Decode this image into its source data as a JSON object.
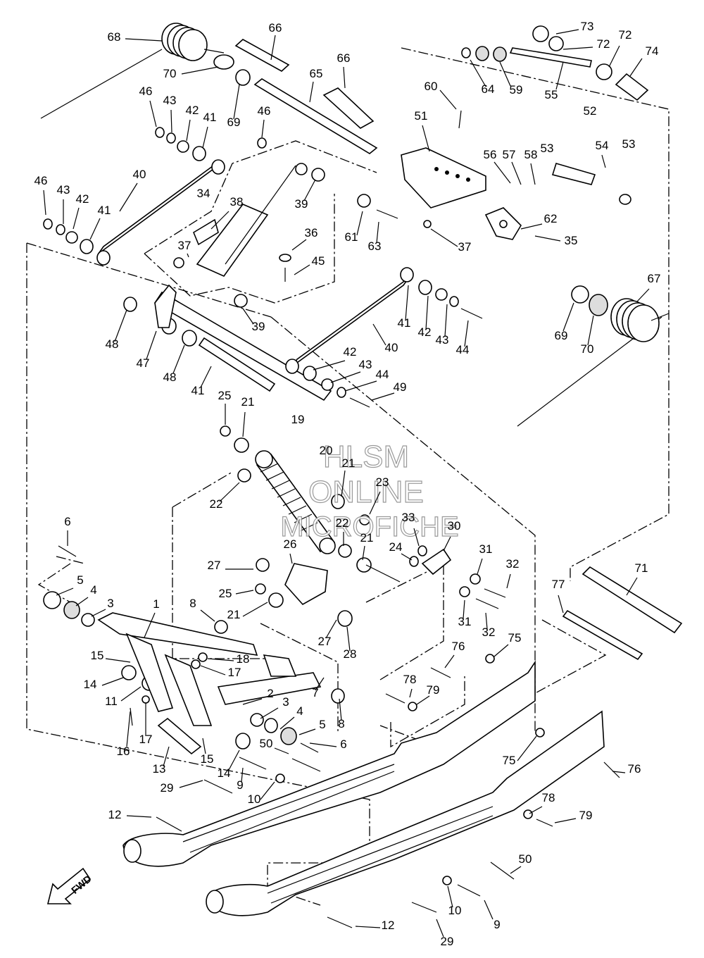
{
  "watermark": {
    "line1": "HLSM",
    "line2": "ONLINE",
    "line3": "MICROFICHE"
  },
  "fwd_label": "FWD",
  "labels": [
    "68",
    "66",
    "73",
    "72",
    "74",
    "70",
    "65",
    "66",
    "64",
    "59",
    "55",
    "72",
    "46",
    "43",
    "42",
    "41",
    "69",
    "46",
    "60",
    "52",
    "51",
    "56",
    "57",
    "58",
    "53",
    "54",
    "53",
    "46",
    "43",
    "42",
    "41",
    "40",
    "34",
    "38",
    "37",
    "36",
    "39",
    "45",
    "62",
    "61",
    "63",
    "37",
    "35",
    "39",
    "41",
    "42",
    "43",
    "44",
    "40",
    "69",
    "70",
    "67",
    "48",
    "47",
    "48",
    "41",
    "42",
    "43",
    "44",
    "49",
    "25",
    "21",
    "19",
    "20",
    "21",
    "23",
    "22",
    "22",
    "21",
    "33",
    "30",
    "24",
    "26",
    "31",
    "32",
    "27",
    "25",
    "21",
    "31",
    "32",
    "27",
    "28",
    "71",
    "77",
    "6",
    "5",
    "4",
    "3",
    "1",
    "8",
    "18",
    "17",
    "15",
    "14",
    "11",
    "16",
    "17",
    "2",
    "3",
    "4",
    "5",
    "6",
    "7",
    "8",
    "13",
    "15",
    "14",
    "9",
    "29",
    "50",
    "10",
    "12",
    "76",
    "75",
    "79",
    "78",
    "75",
    "76",
    "78",
    "79",
    "50",
    "10",
    "9",
    "12",
    "29"
  ]
}
